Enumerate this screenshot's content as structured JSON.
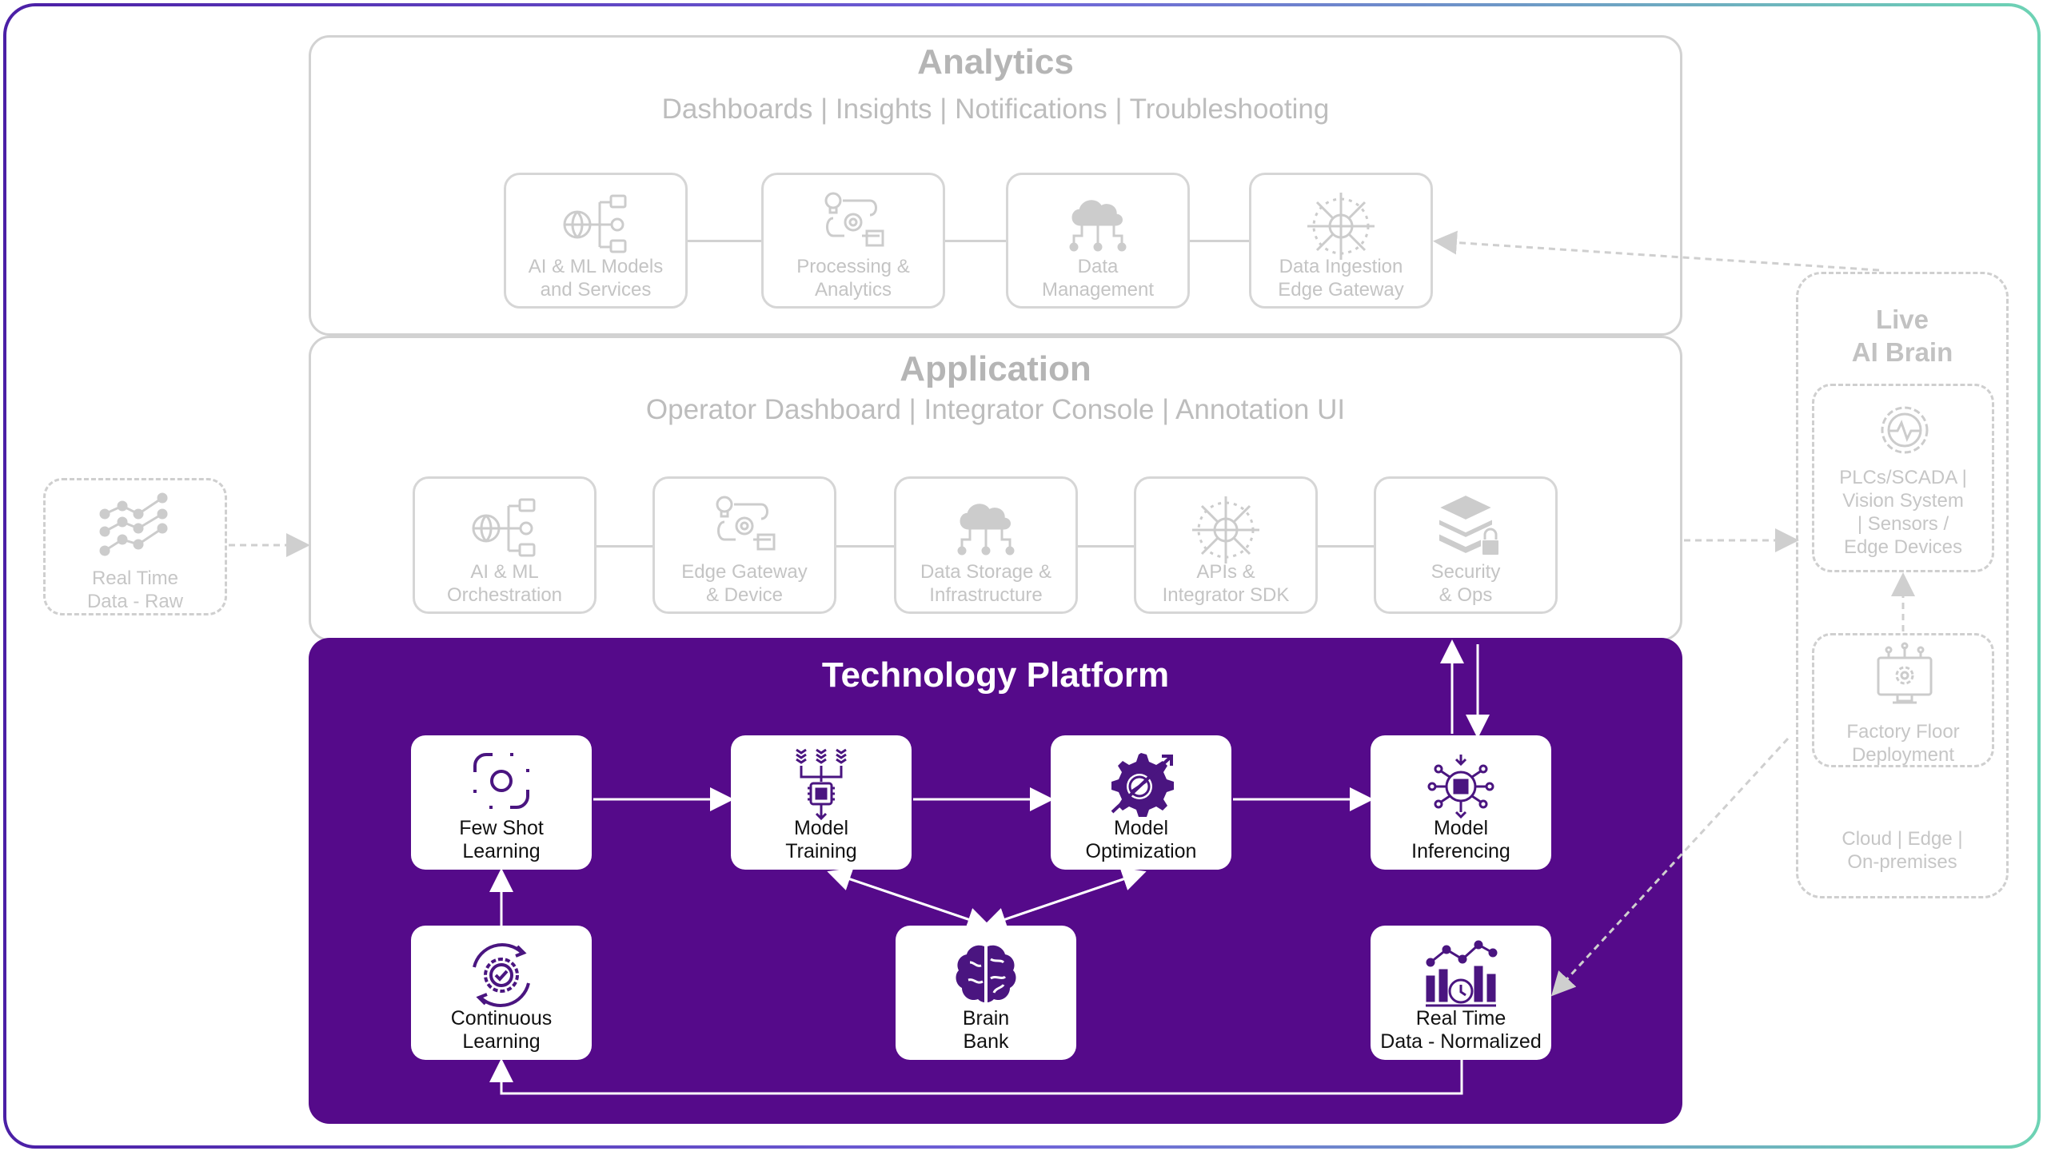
{
  "analytics": {
    "title": "Analytics",
    "subtitle": "Dashboards | Insights | Notifications | Troubleshooting",
    "cards": [
      {
        "label_1": "AI & ML Models",
        "label_2": "and Services",
        "icon": "globe-network-icon"
      },
      {
        "label_1": "Processing &",
        "label_2": "Analytics",
        "icon": "lightbulb-gear-icon"
      },
      {
        "label_1": "Data",
        "label_2": "Management",
        "icon": "cloud-network-icon"
      },
      {
        "label_1": "Data Ingestion",
        "label_2": "Edge Gateway",
        "icon": "hub-globe-icon"
      }
    ]
  },
  "application": {
    "title": "Application",
    "subtitle": "Operator Dashboard | Integrator Console | Annotation UI",
    "cards": [
      {
        "label_1": "AI & ML",
        "label_2": "Orchestration",
        "icon": "globe-network-icon"
      },
      {
        "label_1": "Edge Gateway",
        "label_2": "& Device",
        "icon": "lightbulb-gear-icon"
      },
      {
        "label_1": "Data Storage &",
        "label_2": "Infrastructure",
        "icon": "cloud-network-icon"
      },
      {
        "label_1": "APIs &",
        "label_2": "Integrator SDK",
        "icon": "hub-globe-icon"
      },
      {
        "label_1": "Security",
        "label_2": "& Ops",
        "icon": "layers-lock-icon"
      }
    ]
  },
  "realtime_raw": {
    "label_1": "Real Time",
    "label_2": "Data - Raw",
    "icon": "line-graph-icon"
  },
  "live_brain": {
    "title_1": "Live",
    "title_2": "AI Brain",
    "plc": {
      "label_1": "PLCs/SCADA |",
      "label_2": "Vision System",
      "label_3": "| Sensors /",
      "label_4": "Edge Devices",
      "icon": "gear-pulse-icon"
    },
    "factory": {
      "label_1": "Factory Floor",
      "label_2": "Deployment",
      "icon": "monitor-gear-icon"
    },
    "footer_1": "Cloud | Edge |",
    "footer_2": "On-premises"
  },
  "tech": {
    "title": "Technology Platform",
    "cards": {
      "few_shot": {
        "label_1": "Few Shot",
        "label_2": "Learning",
        "icon": "focus-circle-icon"
      },
      "model_training": {
        "label_1": "Model",
        "label_2": "Training",
        "icon": "chip-network-icon"
      },
      "model_optimization": {
        "label_1": "Model",
        "label_2": "Optimization",
        "icon": "gear-arrow-icon"
      },
      "model_inferencing": {
        "label_1": "Model",
        "label_2": "Inferencing",
        "icon": "circuit-brain-icon"
      },
      "continuous_learning": {
        "label_1": "Continuous",
        "label_2": "Learning",
        "icon": "gear-check-cycle-icon"
      },
      "brain_bank": {
        "label_1": "Brain",
        "label_2": "Bank",
        "icon": "brain-icon"
      },
      "realtime_normalized": {
        "label_1": "Real Time",
        "label_2": "Data - Normalized",
        "icon": "bar-chart-clock-icon"
      }
    }
  },
  "colors": {
    "purple": "#550a8a",
    "icon_purple": "#4a1580",
    "grey_text": "#bdbdbd",
    "border_grey": "#d2d2d2"
  }
}
